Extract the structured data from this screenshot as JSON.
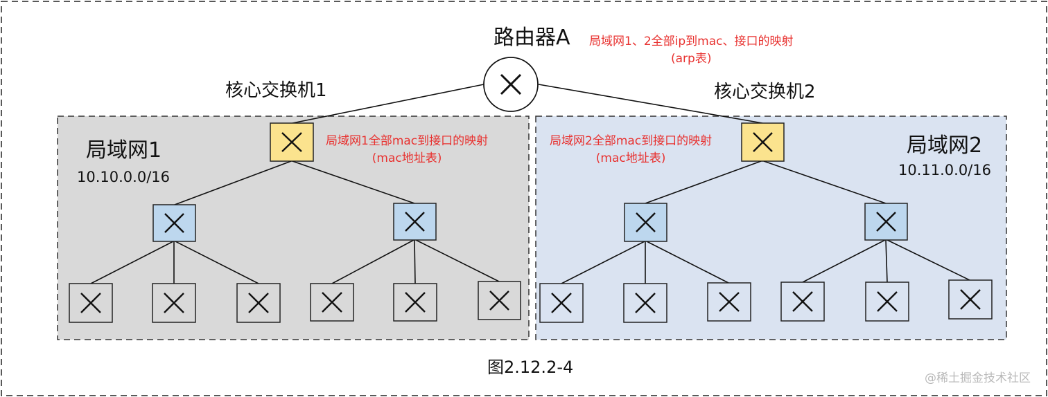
{
  "router": {
    "label": "路由器A",
    "note_line1": "局域网1、2全部ip到mac、接口的映射",
    "note_line2": "(arp表)"
  },
  "core1": {
    "label": "核心交换机1"
  },
  "core2": {
    "label": "核心交换机2"
  },
  "lan1": {
    "title": "局域网1",
    "cidr": "10.10.0.0/16",
    "note_line1": "局域网1全部mac到接口的映射",
    "note_line2": "(mac地址表)"
  },
  "lan2": {
    "title": "局域网2",
    "cidr": "10.11.0.0/16",
    "note_line1": "局域网2全部mac到接口的映射",
    "note_line2": "(mac地址表)"
  },
  "caption": "图2.12.2-4",
  "watermark": "@稀土掘金技术社区",
  "colors": {
    "lan1_bg": "#d9d9d9",
    "lan2_bg": "#dae3f1",
    "core_switch": "#fbe38e",
    "aggregation_switch": "#bdd7ee",
    "annotation": "#e8312f"
  }
}
